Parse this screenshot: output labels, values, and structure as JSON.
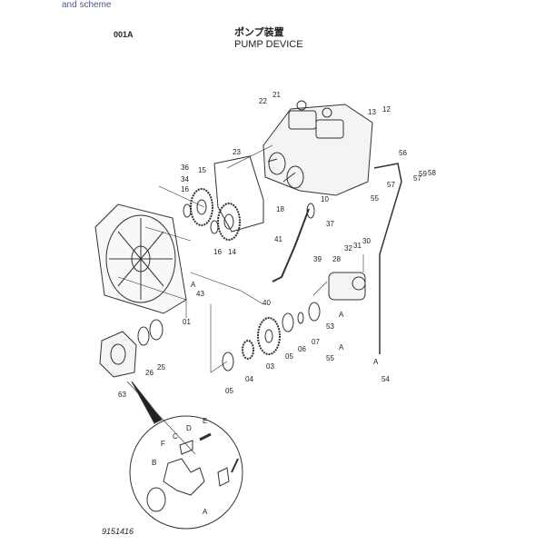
{
  "header": {
    "top_clipped_text": "and scheme",
    "page_code": "001A",
    "title_jp": "ポンプ装置",
    "title_en": "PUMP DEVICE"
  },
  "drawing_number": "9151416",
  "part_labels": [
    "21",
    "22",
    "13",
    "12",
    "23",
    "36",
    "34",
    "15",
    "16",
    "56",
    "57",
    "59",
    "58",
    "55",
    "57",
    "10",
    "18",
    "37",
    "16",
    "14",
    "41",
    "31",
    "30",
    "32",
    "39",
    "28",
    "A",
    "43",
    "40",
    "01",
    "07",
    "06",
    "05",
    "03",
    "04",
    "05",
    "53",
    "55",
    "54",
    "A",
    "A",
    "A",
    "26",
    "25",
    "63",
    "E",
    "D",
    "C",
    "F",
    "B",
    "A"
  ],
  "colors": {
    "line": "#333333",
    "background": "#ffffff"
  }
}
